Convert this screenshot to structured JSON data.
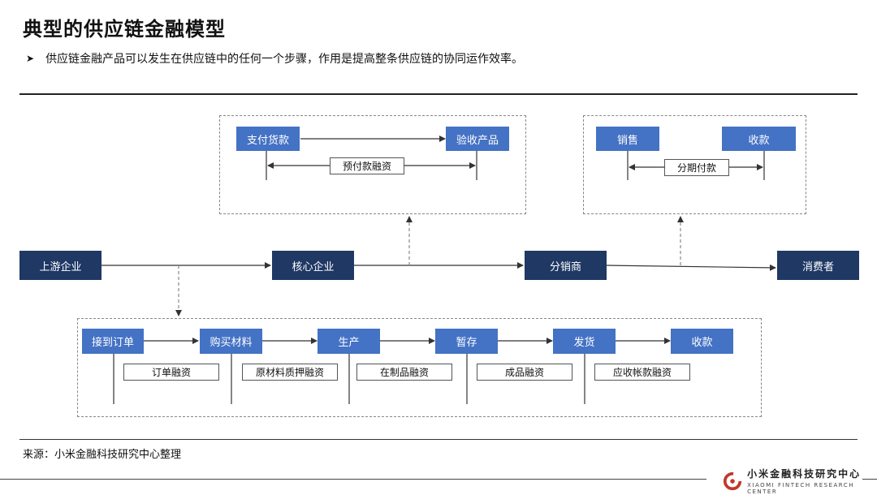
{
  "title": "典型的供应链金融模型",
  "bullet": "供应链金融产品可以发生在供应链中的任何一个步骤，作用是提高整条供应链的协同运作效率。",
  "bullet_mark": "➤",
  "main_chain": [
    "上游企业",
    "核心企业",
    "分销商",
    "消费者"
  ],
  "prepay_group": {
    "steps": [
      "支付货款",
      "验收产品"
    ],
    "product": "预付款融资"
  },
  "installment_group": {
    "steps": [
      "销售",
      "收款"
    ],
    "product": "分期付款"
  },
  "production_group": {
    "steps": [
      "接到订单",
      "购买材料",
      "生产",
      "暂存",
      "发货",
      "收款"
    ],
    "products": [
      "订单融资",
      "原材料质押融资",
      "在制品融资",
      "成品融资",
      "应收帐款融资"
    ]
  },
  "source": "来源：小米金融科技研究中心整理",
  "logo": {
    "cn": "小米金融科技研究中心",
    "en": "XIAOMI FINTECH RESEARCH CENTER"
  },
  "colors": {
    "dark_box": "#1f3864",
    "mid_box": "#4472c4"
  }
}
